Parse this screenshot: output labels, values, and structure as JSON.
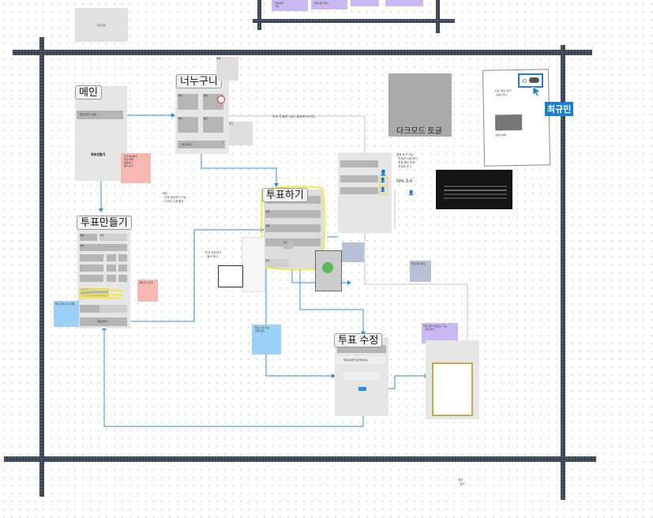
{
  "frames": {
    "main": {
      "title": "메인",
      "button": "투표 만들기 설정",
      "create_label": "투표만들기"
    },
    "share": {
      "title": "너누구니",
      "button": "다음 페이지"
    },
    "create": {
      "title": "투표만들기",
      "submit": "투표만들기"
    },
    "vote": {
      "title": "투표하기",
      "percent": "50% 조사"
    },
    "dark": {
      "title": "다크모드 토글"
    },
    "edit": {
      "title": "투표 수정",
      "field": "투표항목을 입력해주세요"
    },
    "user": {
      "badge": "최규민"
    }
  },
  "notes": {
    "link_label": "아이 투표한 사람 (결과보러가기)",
    "top_left": "참고자료"
  },
  "colors": {
    "grid_border": "#3a4452",
    "connector": "#2b8fe0",
    "badge": "#1a7fd4",
    "highlight": "#f2e650"
  }
}
